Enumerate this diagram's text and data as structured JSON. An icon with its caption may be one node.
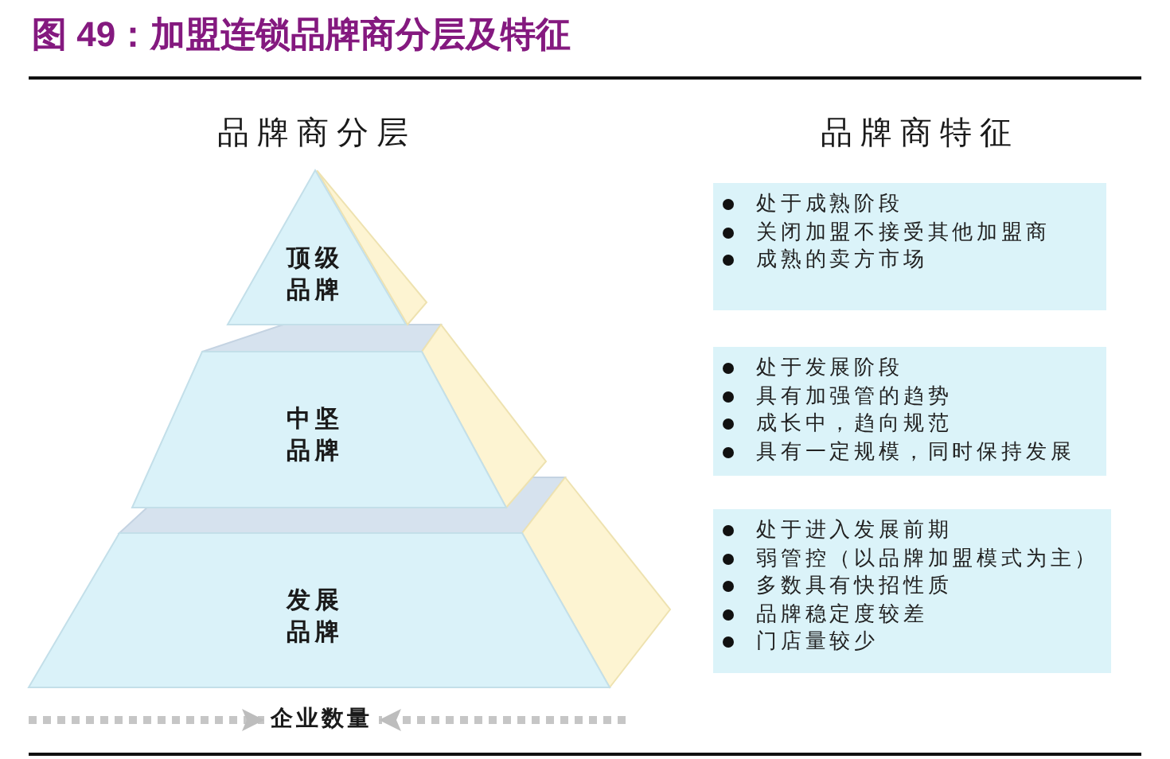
{
  "diagram": {
    "title": "图 49：加盟连锁品牌商分层及特征",
    "nodes": [
      {
        "text": [
          "顶级品牌"
        ]
      },
      {
        "text": [
          "中坚品牌"
        ]
      },
      {
        "text": [
          "发展品牌"
        ]
      },
      {
        "text": [
          "处于成熟阶段",
          "关闭加盟不接受其他加盟商",
          "成熟的卖方市场"
        ]
      },
      {
        "text": [
          "处于发展阶段",
          "具有加强管的趋势",
          "成长中，趋向规范",
          "具有一定规模，同时保持发展"
        ]
      },
      {
        "text": [
          "处于进入发展前期",
          "弱管控（以品牌加盟模式为主）",
          "多数具有快招性质",
          "品牌稳定度较差",
          "门店量较少"
        ]
      },
      {
        "text": [
          "企业数量"
        ]
      }
    ],
    "edges": [
      {
        "from": null,
        "to": 6,
        "arrow": "to",
        "style": "dashed"
      },
      {
        "from": null,
        "to": 6,
        "arrow": "to",
        "style": "dashed"
      }
    ],
    "labels": [
      "品牌商分层",
      "品牌商特征"
    ]
  }
}
